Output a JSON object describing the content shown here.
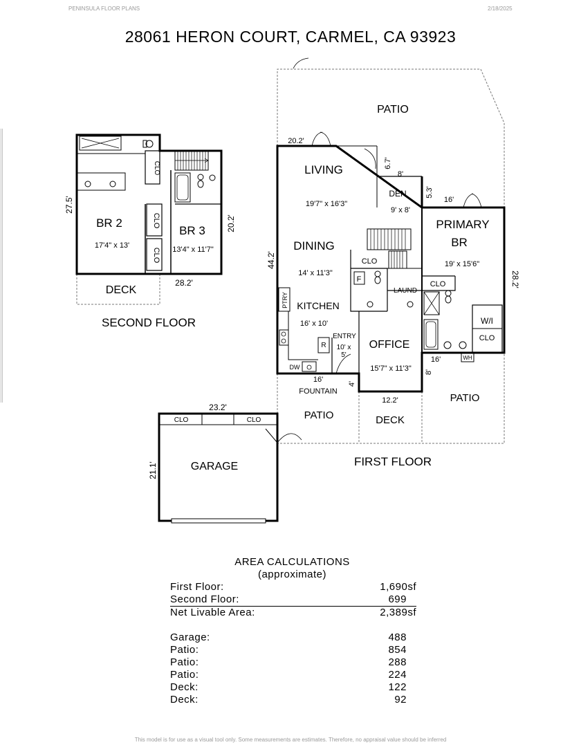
{
  "header": {
    "company": "PENINSULA FLOOR PLANS",
    "date": "2/18/2025",
    "title": "28061 HERON COURT, CARMEL, CA  93923"
  },
  "second_floor": {
    "label": "SECOND FLOOR",
    "rooms": {
      "br2_name": "BR 2",
      "br2_size": "17'4\" x 13'",
      "br3_name": "BR 3",
      "br3_size": "13'4\" x 11'7\"",
      "clo": "CLO",
      "deck": "DECK"
    },
    "dims": {
      "height": "27.5'",
      "br3_height": "20.2'",
      "bottom": "28.2'"
    }
  },
  "first_floor": {
    "label": "FIRST FLOOR",
    "rooms": {
      "patio_top": "PATIO",
      "living_name": "LIVING",
      "living_size": "19'7\" x 16'3\"",
      "den_name": "DEN",
      "den_size": "9' x 8'",
      "primary_name_1": "PRIMARY",
      "primary_name_2": "BR",
      "primary_size": "19' x 15'6\"",
      "dining_name": "DINING",
      "dining_size": "14' x 11'3\"",
      "clo": "CLO",
      "laund": "LAUND",
      "f": "F",
      "ptry": "PTRY",
      "kitchen_name": "KITCHEN",
      "kitchen_size": "16' x 10'",
      "r": "R",
      "dw": "DW",
      "entry_name": "ENTRY",
      "entry_size_1": "10' x",
      "entry_size_2": "5'",
      "office_name": "OFFICE",
      "office_size": "15'7\" x 11'3\"",
      "wi": "W/I",
      "wh": "WH",
      "fountain": "FOUNTAIN",
      "patio_left": "PATIO",
      "deck": "DECK",
      "patio_right": "PATIO"
    },
    "dims": {
      "top_left": "20.2'",
      "den_diag": "6.7'",
      "den_w": "8'",
      "den_h": "5.3'",
      "primary_top": "16'",
      "left_height": "44.2'",
      "right_height": "28.2'",
      "entry_bottom": "16'",
      "entry_side": "4'",
      "primary_bottom": "16'",
      "office_side": "8'",
      "deck_w": "12.2'"
    }
  },
  "garage": {
    "name": "GARAGE",
    "clo_left": "CLO",
    "clo_right": "CLO",
    "width": "23.2'",
    "height": "21.1'"
  },
  "area_calculations": {
    "title": "AREA CALCULATIONS",
    "subtitle": "(approximate)",
    "rows": [
      {
        "label": "First  Floor:",
        "value": "1,690sf"
      },
      {
        "label": "Second Floor:",
        "value": "699"
      },
      {
        "label": "Net Livable Area:",
        "value": "2,389sf"
      },
      {
        "label": "Garage:",
        "value": "488"
      },
      {
        "label": "Patio:",
        "value": "854"
      },
      {
        "label": "Patio:",
        "value": "288"
      },
      {
        "label": "Patio:",
        "value": "224"
      },
      {
        "label": "Deck:",
        "value": "122"
      },
      {
        "label": "Deck:",
        "value": "92"
      }
    ]
  },
  "footer": "This model is for use as a visual tool only. Some measurements are estimates. Therefore, no appraisal value should be inferred"
}
